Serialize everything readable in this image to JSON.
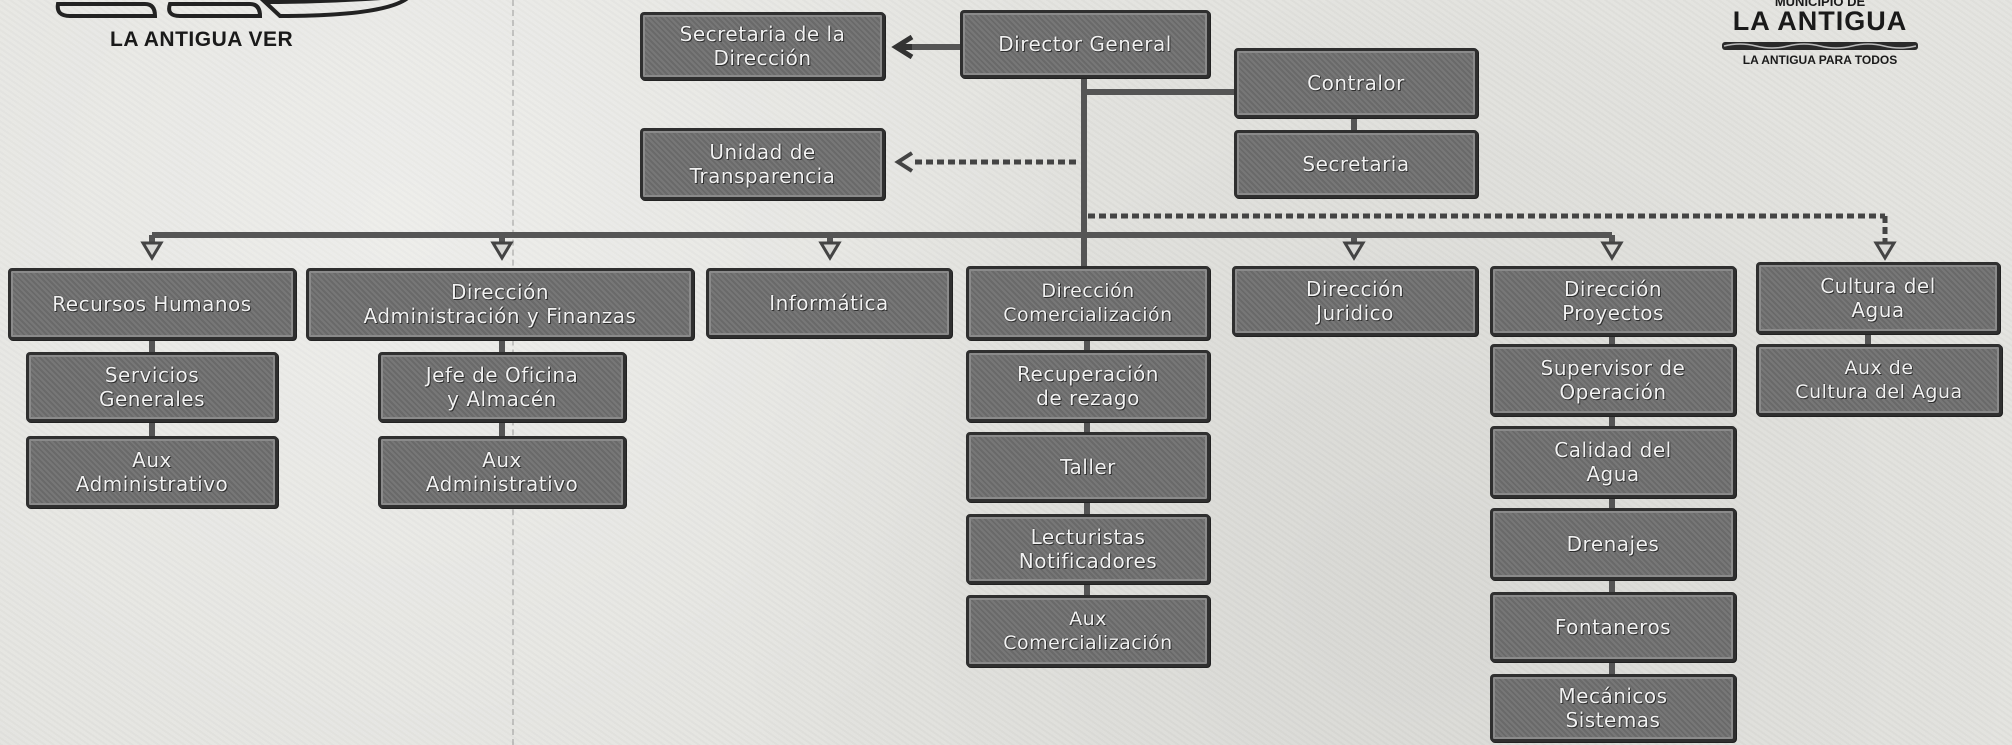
{
  "logos": {
    "left_text": "LA ANTIGUA  VER",
    "right_municipio": "MUNICIPIO DE",
    "right_name": "LA ANTIGUA",
    "right_slogan": "LA ANTIGUA PARA TODOS"
  },
  "boxes": {
    "director_general": "Director General",
    "secretaria_direccion": "Secretaria de la\nDirección",
    "unidad_transparencia": "Unidad de\nTransparencia",
    "contralor": "Contralor",
    "secretaria": "Secretaria",
    "recursos_humanos": "Recursos Humanos",
    "servicios_generales": "Servicios\nGenerales",
    "aux_administrativo_1": "Aux\nAdministrativo",
    "direccion_admin_finanzas": "Dirección\nAdministración y Finanzas",
    "jefe_oficina": "Jefe de Oficina\ny Almacén",
    "aux_administrativo_2": "Aux\nAdministrativo",
    "informatica": "Informática",
    "direccion_comercializacion": "Dirección\nComercialización",
    "recuperacion_rezago": "Recuperación\nde rezago",
    "taller": "Taller",
    "lecturistas": "Lecturistas\nNotificadores",
    "aux_comercializacion": "Aux\nComercialización",
    "direccion_juridico": "Dirección\nJuridico",
    "direccion_proyectos": "Dirección\nProyectos",
    "supervisor_operacion": "Supervisor de\nOperación",
    "calidad_agua": "Calidad del\nAgua",
    "drenajes": "Drenajes",
    "fontaneros": "Fontaneros",
    "mecanicos_sistemas": "Mecánicos\nSistemas",
    "cultura_agua": "Cultura del\nAgua",
    "aux_cultura_agua": "Aux de\nCultura del Agua"
  },
  "colors": {
    "box_fill": "#6f6f6f",
    "box_border": "#2f2f2f",
    "line": "#555555",
    "text": "#f2f2f2"
  }
}
